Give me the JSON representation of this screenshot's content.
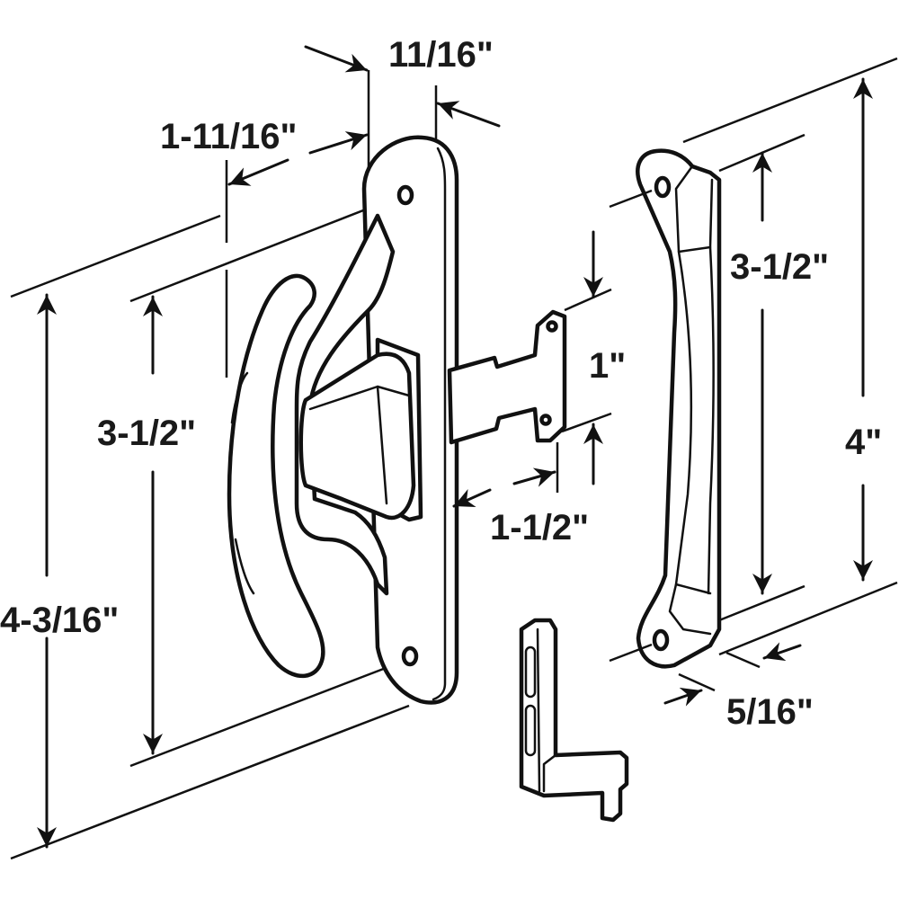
{
  "dimensions": {
    "top_thickness": "11/16\"",
    "handle_depth": "1-11/16\"",
    "latch_hole_spacing": "3-1/2\"",
    "latch_overall_height": "4-3/16\"",
    "catch_height": "1\"",
    "catch_projection": "1-1/2\"",
    "keeper_hole_spacing": "3-1/2\"",
    "keeper_overall_height": "4\"",
    "keeper_thickness": "5/16\""
  },
  "colors": {
    "line": "#111111",
    "background": "#ffffff"
  }
}
